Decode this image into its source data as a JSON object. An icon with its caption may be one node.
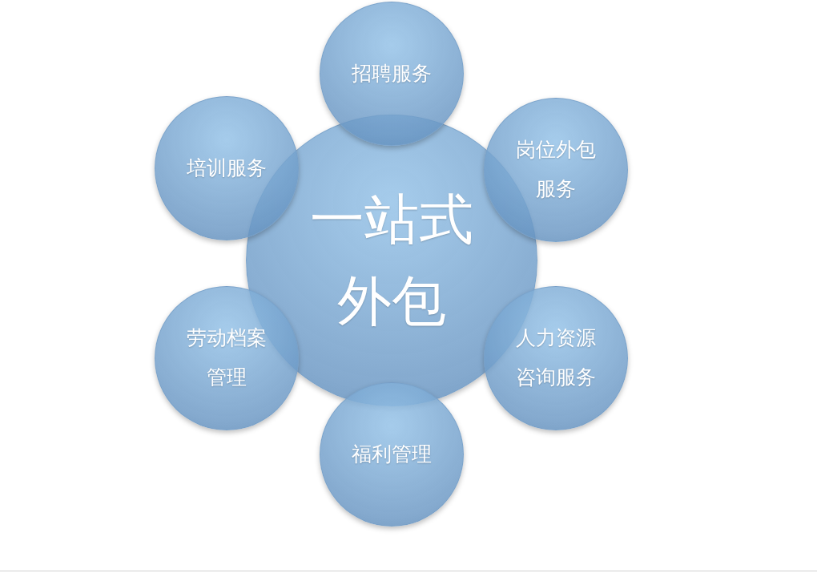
{
  "diagram": {
    "nodes": [
      {
        "text": [
          "一站式外包"
        ]
      },
      {
        "text": [
          "招聘服务"
        ]
      },
      {
        "text": [
          "岗位外包服务"
        ]
      },
      {
        "text": [
          "人力资源咨询服务"
        ]
      },
      {
        "text": [
          "福利管理"
        ]
      },
      {
        "text": [
          "劳动档案管理"
        ]
      },
      {
        "text": [
          "培训服务"
        ]
      }
    ]
  }
}
